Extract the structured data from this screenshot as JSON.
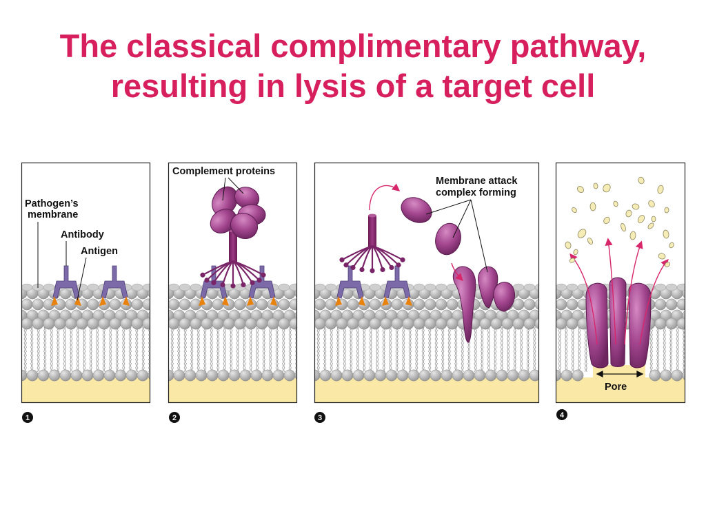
{
  "title": {
    "line1": "The classical complimentary pathway,",
    "line2": "resulting in lysis of a target cell"
  },
  "colors": {
    "title": "#d61f5c",
    "complement_protein": "#a3468f",
    "antibody": "#7c6aa8",
    "antigen": "#e8820c",
    "lipid_head": "#b8b8b8",
    "cytoplasm": "#f9e8a6",
    "arrow": "#d8266b"
  },
  "panels": [
    {
      "step": "1",
      "labels": {
        "membrane": "Pathogen’s membrane",
        "membrane_line1": "Pathogen’s",
        "membrane_line2": "membrane",
        "antibody": "Antibody",
        "antigen": "Antigen"
      }
    },
    {
      "step": "2",
      "labels": {
        "complement": "Complement proteins"
      }
    },
    {
      "step": "3",
      "labels": {
        "mac_line1": "Membrane attack",
        "mac_line2": "complex forming"
      }
    },
    {
      "step": "4",
      "labels": {
        "pore": "Pore"
      }
    }
  ]
}
